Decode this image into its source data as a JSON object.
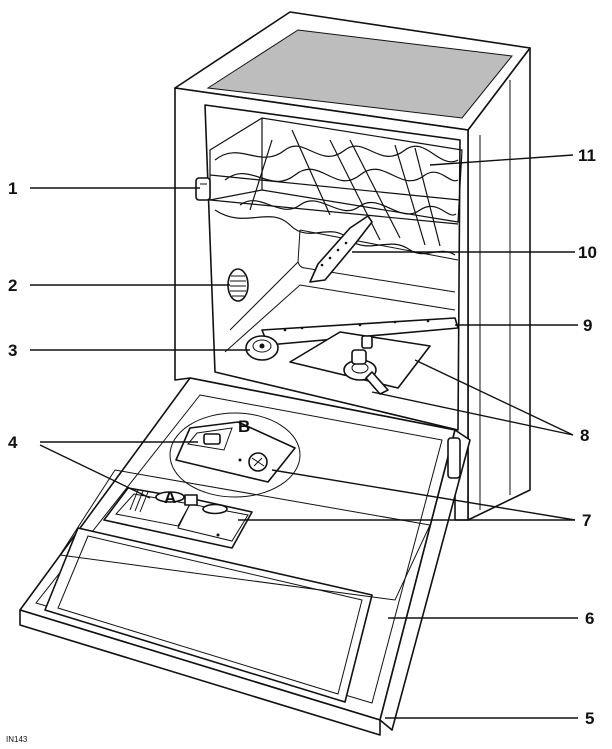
{
  "callouts": {
    "c1": "1",
    "c2": "2",
    "c3": "3",
    "c4": "4",
    "c5": "5",
    "c6": "6",
    "c7": "7",
    "c8": "8",
    "c9": "9",
    "c10": "10",
    "c11": "11"
  },
  "letters": {
    "a": "A",
    "b": "B"
  },
  "figure_code": "IN143",
  "colors": {
    "line": "#111111",
    "top_panel": "#bdbdbd",
    "background": "#ffffff"
  }
}
